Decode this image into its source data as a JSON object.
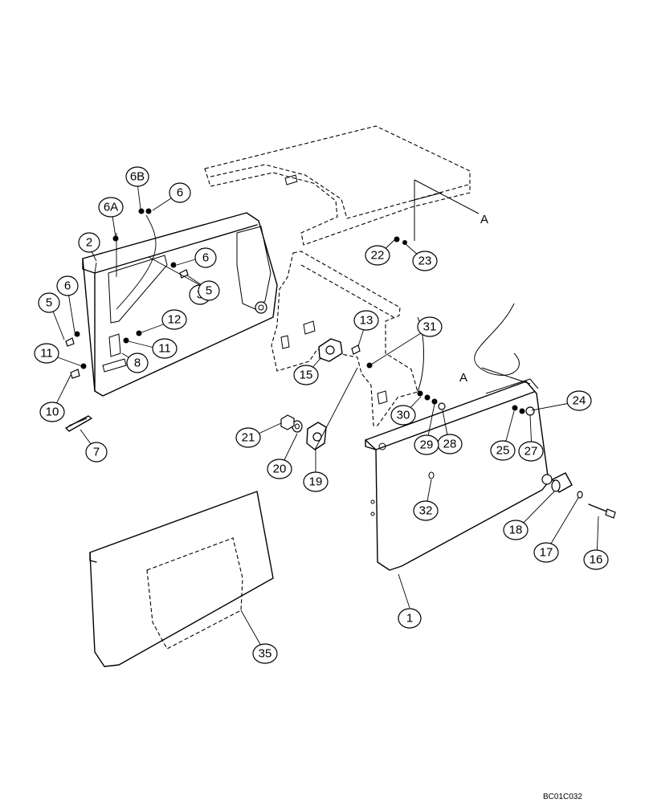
{
  "callouts": [
    "1",
    "2",
    "3",
    "5",
    "5",
    "6",
    "6",
    "6",
    "6A",
    "6B",
    "7",
    "8",
    "10",
    "11",
    "11",
    "12",
    "13",
    "15",
    "16",
    "17",
    "18",
    "19",
    "20",
    "21",
    "22",
    "23",
    "24",
    "25",
    "27",
    "28",
    "29",
    "30",
    "31",
    "32",
    "35"
  ],
  "reference_labels": [
    "A",
    "A"
  ],
  "drawing_code": "BC01C032"
}
